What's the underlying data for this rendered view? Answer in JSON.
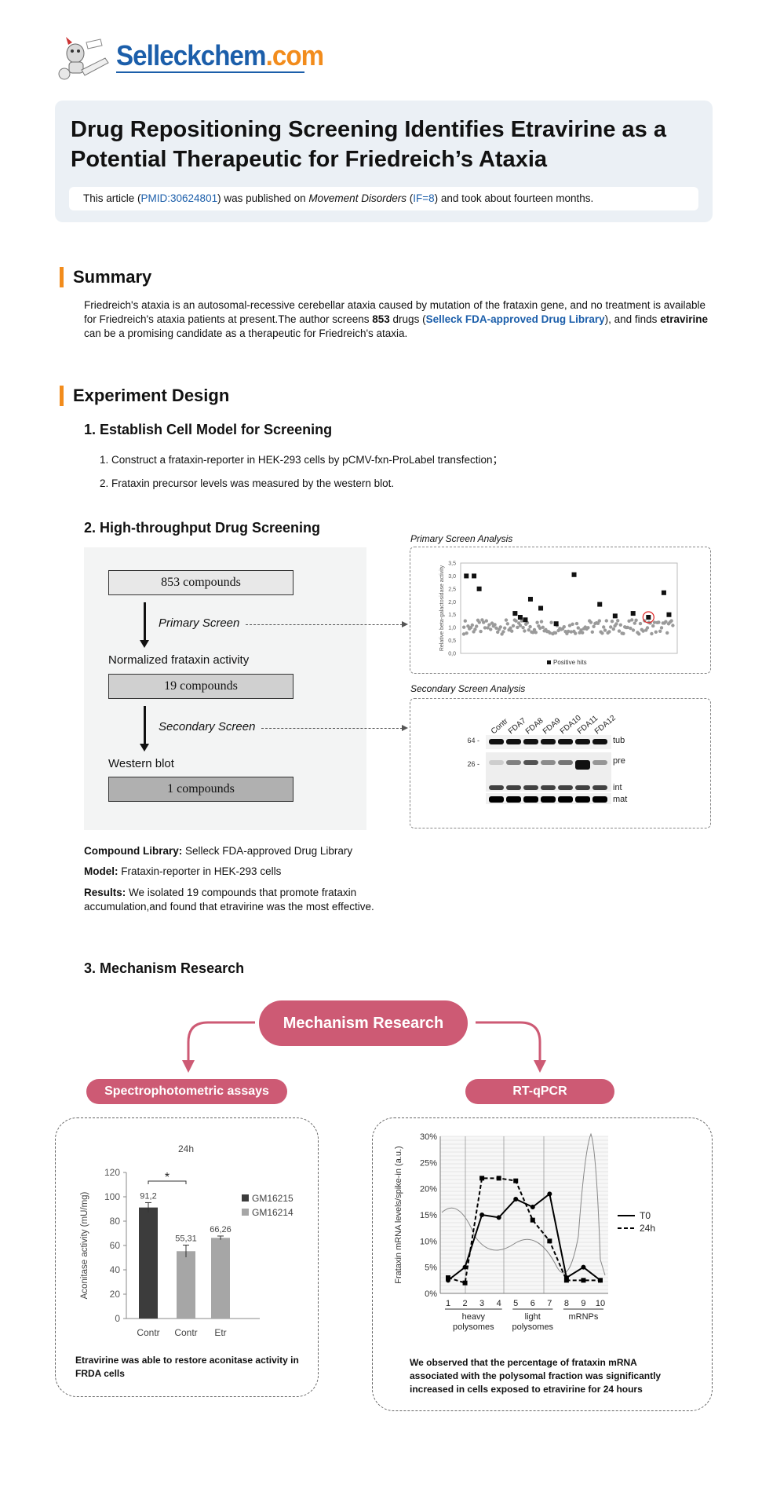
{
  "logo": {
    "name": "Selleckchem",
    "suffix": ".com"
  },
  "header": {
    "title": "Drug Repositioning Screening Identifies Etravirine as a Potential Therapeutic for Friedreich’s Ataxia",
    "info_prefix": "This article (",
    "pmid": "PMID:30624801",
    "info_mid": ") was published on ",
    "journal": "Movement Disorders",
    "info_mid2": " (",
    "impact": "IF=8",
    "info_suffix": ") and took about fourteen months."
  },
  "summary": {
    "heading": "Summary",
    "text1": "Friedreich's ataxia is an autosomal-recessive cerebellar ataxia caused by mutation of the frataxin gene, and no treatment is available for Friedreich's ataxia patients at present.The author screens ",
    "count": "853",
    "text2": " drugs (",
    "library": "Selleck FDA-approved Drug Library",
    "text3": "), and finds ",
    "drug": "etravirine",
    "text4": " can be a promising candidate as a therapeutic for Friedreich's ataxia."
  },
  "design": {
    "heading": "Experiment Design",
    "s1": {
      "title": "1. Establish Cell Model for Screening",
      "items": [
        "1. Construct a frataxin-reporter in HEK-293 cells by pCMV-fxn-ProLabel transfection；",
        "2. Frataxin precursor levels was measured by the western blot."
      ]
    },
    "s2": {
      "title": "2. High-throughput Drug Screening",
      "flow": {
        "box1": "853 compounds",
        "step1": "Primary Screen",
        "label1": "Normalized  frataxin activity",
        "box2": "19 compounds",
        "step2": "Secondary Screen",
        "label2": "Western blot",
        "box3": "1 compounds"
      },
      "primary_title": "Primary Screen Analysis",
      "secondary_title": "Secondary Screen Analysis",
      "library_label": "Compound Library:",
      "library_value": " Selleck FDA-approved Drug Library",
      "model_label": "Model:",
      "model_value": " Frataxin-reporter in HEK-293 cells",
      "results_label": "Results:",
      "results_value": " We isolated 19 compounds that promote frataxin accumulation,and found that etravirine was the most effective."
    },
    "s3": {
      "title": "3. Mechanism Research",
      "center": "Mechanism Research",
      "left": "Spectrophotometric assays",
      "right": "RT-qPCR",
      "left_caption": "Etravirine was able to restore aconitase activity in FRDA cells",
      "right_caption": "We observed that the percentage of frataxin mRNA associated with the polysomal fraction was significantly increased in cells exposed to etravirine for 24 hours"
    }
  },
  "chart_data": [
    {
      "type": "scatter",
      "title": "",
      "ylabel": "Relative beta-galactosidase activity",
      "ylim": [
        0,
        3.5
      ],
      "yticks": [
        "0,0",
        "0,5",
        "1,0",
        "1,5",
        "2,0",
        "2,5",
        "3,0",
        "3,5"
      ],
      "legend": "Positive hits",
      "hits": [
        {
          "x": 1,
          "y": 3.0
        },
        {
          "x": 4,
          "y": 3.0
        },
        {
          "x": 6,
          "y": 2.5
        },
        {
          "x": 20,
          "y": 1.55
        },
        {
          "x": 22,
          "y": 1.4
        },
        {
          "x": 26,
          "y": 2.1
        },
        {
          "x": 30,
          "y": 1.75
        },
        {
          "x": 24,
          "y": 1.3
        },
        {
          "x": 36,
          "y": 1.15
        },
        {
          "x": 43,
          "y": 3.05
        },
        {
          "x": 53,
          "y": 1.9
        },
        {
          "x": 59,
          "y": 1.45
        },
        {
          "x": 66,
          "y": 1.55
        },
        {
          "x": 72,
          "y": 1.4
        },
        {
          "x": 78,
          "y": 2.35
        },
        {
          "x": 80,
          "y": 1.5
        }
      ]
    },
    {
      "type": "other",
      "title": "",
      "lanes": [
        "Contr",
        "FDA7",
        "FDA8",
        "FDA9",
        "FDA10",
        "FDA11",
        "FDA12"
      ],
      "markers": [
        "64 -",
        "26 -"
      ],
      "bands": [
        "tub",
        "pre",
        "int",
        "mat"
      ]
    },
    {
      "type": "bar",
      "title": "24h",
      "ylabel": "Aconitase activity (mU/mg)",
      "ylim": [
        0,
        120
      ],
      "yticks": [
        0,
        20,
        40,
        60,
        80,
        100,
        120
      ],
      "categories": [
        "Contr",
        "Contr",
        "Etr"
      ],
      "values": [
        91.2,
        55.31,
        66.26
      ],
      "value_labels": [
        "91,2",
        "55,31",
        "66,26"
      ],
      "errors": [
        4,
        5,
        1.5
      ],
      "series": [
        {
          "name": "GM16215",
          "color": "#3c3c3c"
        },
        {
          "name": "GM16214",
          "color": "#a6a6a6"
        }
      ],
      "significance": "*"
    },
    {
      "type": "line",
      "title": "",
      "ylabel": "Frataxin mRNA levels/spike-in (a.u.)",
      "ylim": [
        0,
        30
      ],
      "yticks": [
        "0%",
        "5%",
        "10%",
        "15%",
        "20%",
        "25%",
        "30%"
      ],
      "x": [
        1,
        2,
        3,
        4,
        5,
        6,
        7,
        8,
        9,
        10
      ],
      "groups": [
        "heavy\npolysomes",
        "light\npolysomes",
        "mRNPs"
      ],
      "series": [
        {
          "name": "T0",
          "values": [
            2.5,
            5,
            15,
            14.5,
            18,
            16.5,
            19,
            3,
            5,
            2.5
          ]
        },
        {
          "name": "24h",
          "values": [
            3,
            2,
            22,
            22,
            21.5,
            14,
            10,
            2.5,
            2.5,
            2.5
          ]
        }
      ]
    }
  ]
}
